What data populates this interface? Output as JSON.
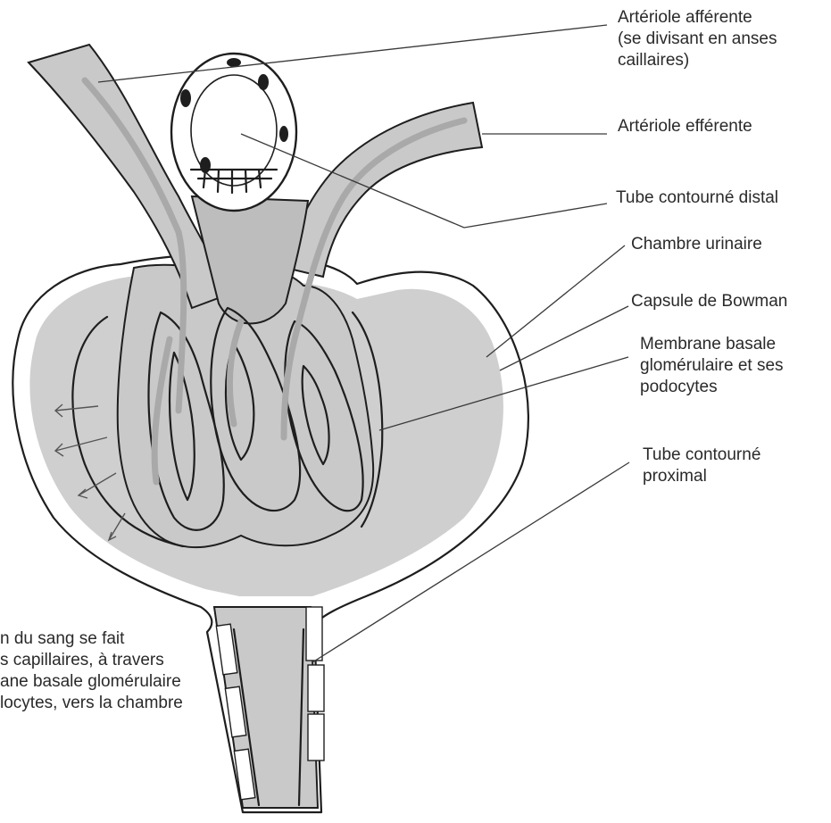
{
  "labels": {
    "afferent": [
      "Artériole afférente",
      "(se divisant en anses",
      "caillaires)"
    ],
    "efferent": [
      "Artériole efférente"
    ],
    "distal": [
      "Tube contourné distal"
    ],
    "chamber": [
      "Chambre urinaire"
    ],
    "bowman": [
      "Capsule de Bowman"
    ],
    "membrane": [
      "Membrane basale",
      "glomérulaire et ses",
      "podocytes"
    ],
    "proximal": [
      "Tube contourné",
      "proximal"
    ],
    "filtration": [
      "n du sang se fait",
      "s capillaires, à travers",
      "ane basale glomérulaire",
      "locytes, vers la chambre"
    ]
  },
  "colors": {
    "tissue": "#c9c9c9",
    "outline": "#1e1e1e",
    "text": "#2a2a2a"
  }
}
